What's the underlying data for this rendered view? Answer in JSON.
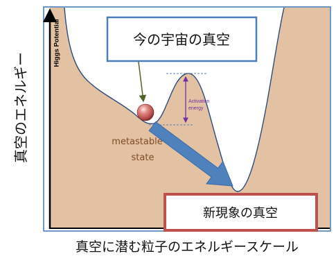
{
  "labels": {
    "y_axis": "真空のエネルギー",
    "x_axis": "真空に潜む粒子のエネルギースケール",
    "potential_axis": "Higgs Potential"
  },
  "callouts": {
    "current_vacuum": "今の宇宙の真空",
    "new_vacuum": "新現象の真空"
  },
  "annotations": {
    "activation_line1": "Activation",
    "activation_line2": "energy",
    "metastable_line1": "metastable",
    "metastable_line2": "state"
  },
  "colors": {
    "potential_fill": "#e2c2a2",
    "potential_curve": "#2f4a7f",
    "frame": "#4a7ebb",
    "current_vacuum_border": "#4a7ebb",
    "new_vacuum_border": "#c0504d",
    "activation": "#7030a0",
    "metastable_text": "#7f4b2a",
    "transition_arrow": "#4f81bd",
    "pointer_arrow": "#4f6228"
  }
}
